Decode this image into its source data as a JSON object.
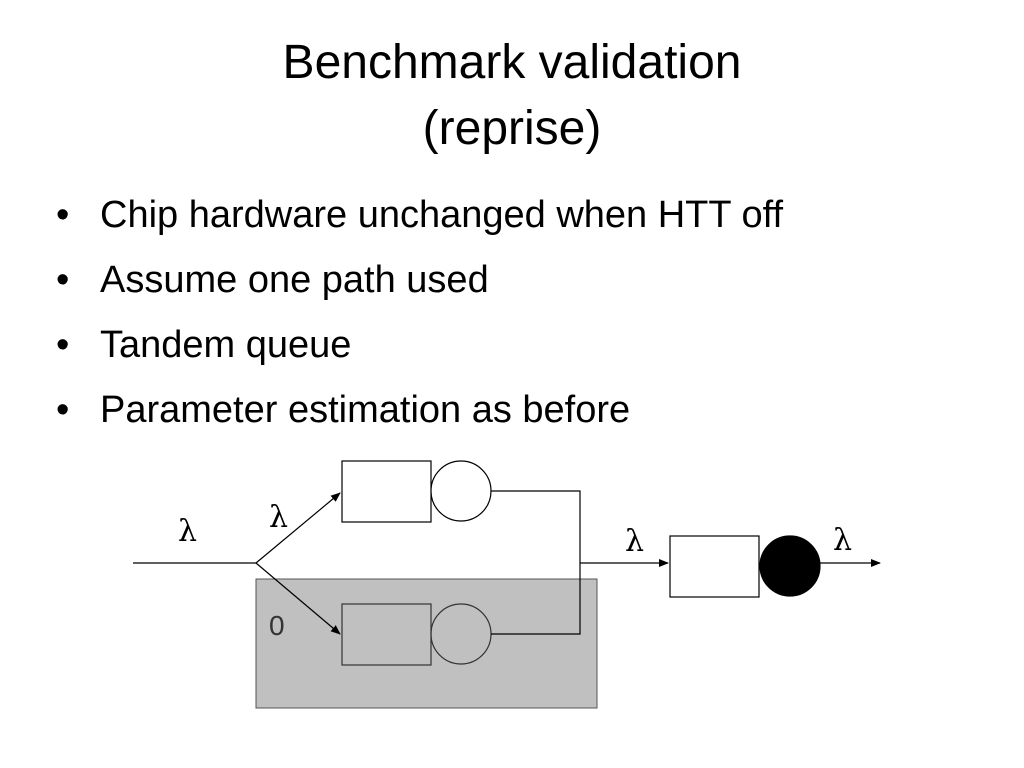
{
  "title": {
    "line1": "Benchmark validation",
    "line2": "(reprise)"
  },
  "bullet_symbol": "•",
  "bullets": [
    "Chip hardware unchanged when HTT off",
    "Assume one path used",
    "Tandem queue",
    "Parameter estimation as before"
  ],
  "diagram": {
    "arrival_rate_label": "λ",
    "upper_branch_rate_label": "λ",
    "lower_branch_rate_label": "0",
    "merged_rate_label": "λ",
    "output_rate_label": "λ",
    "colors": {
      "shaded_region": "#c0c0c0",
      "line": "#000000",
      "final_server": "#000000"
    }
  }
}
